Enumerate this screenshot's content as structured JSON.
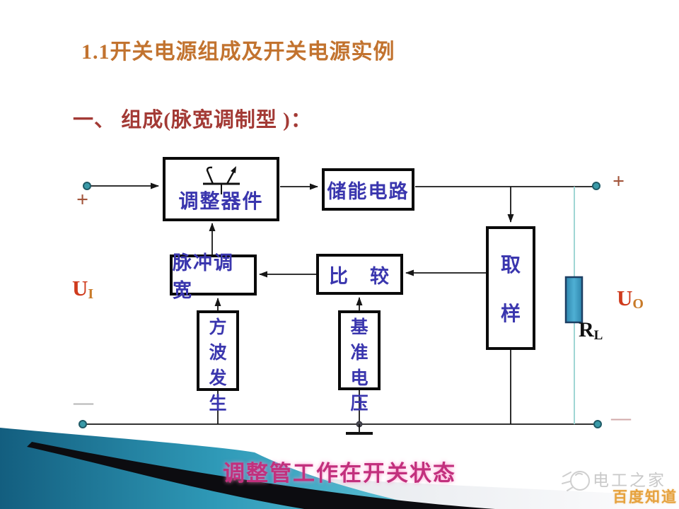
{
  "slide": {
    "title": "1.1开关电源组成及开关电源实例",
    "subtitle": "一、 组成(脉宽调制型 )：",
    "caption": "调整管工作在开关状态"
  },
  "diagram": {
    "blocks": [
      {
        "id": "adjust",
        "label": "调整器件"
      },
      {
        "id": "storage",
        "label": "储能电路"
      },
      {
        "id": "pwm",
        "label": "脉冲调宽"
      },
      {
        "id": "compare",
        "label": "比　较"
      },
      {
        "id": "sample",
        "label": "取样"
      },
      {
        "id": "square-wave",
        "label": "方波发生"
      },
      {
        "id": "reference",
        "label": "基准电压"
      }
    ],
    "labels": {
      "u_in": {
        "main": "U",
        "sub": "I"
      },
      "u_out": {
        "main": "U",
        "sub": "O"
      },
      "r_load": {
        "main": "R",
        "sub": "L"
      },
      "plus_left": "+",
      "plus_right": "+",
      "minus_left": "—",
      "minus_right": "—"
    }
  },
  "watermark": {
    "site": "电工之家",
    "badge": "百度知道"
  },
  "colors": {
    "title": "#c2732f",
    "subtitle": "#a33a35",
    "caption": "#c2307d",
    "block-text": "#3a36ae",
    "wire": "#161616",
    "terminal": "#3a9aa8",
    "resistor": "#3e9ec4",
    "rl-wire": "#9fd6d4",
    "u-main": "#cf3b1d",
    "u-sub": "#c87a28",
    "plus": "#a2543a",
    "minus-left": "#b5b5b5",
    "minus-right": "#d2a9a9",
    "wm-gray": "#c9c9c9",
    "wm-orange": "#e6a23e",
    "deco-teal-dark": "#135e7f",
    "deco-teal-light": "#62c4d8"
  }
}
